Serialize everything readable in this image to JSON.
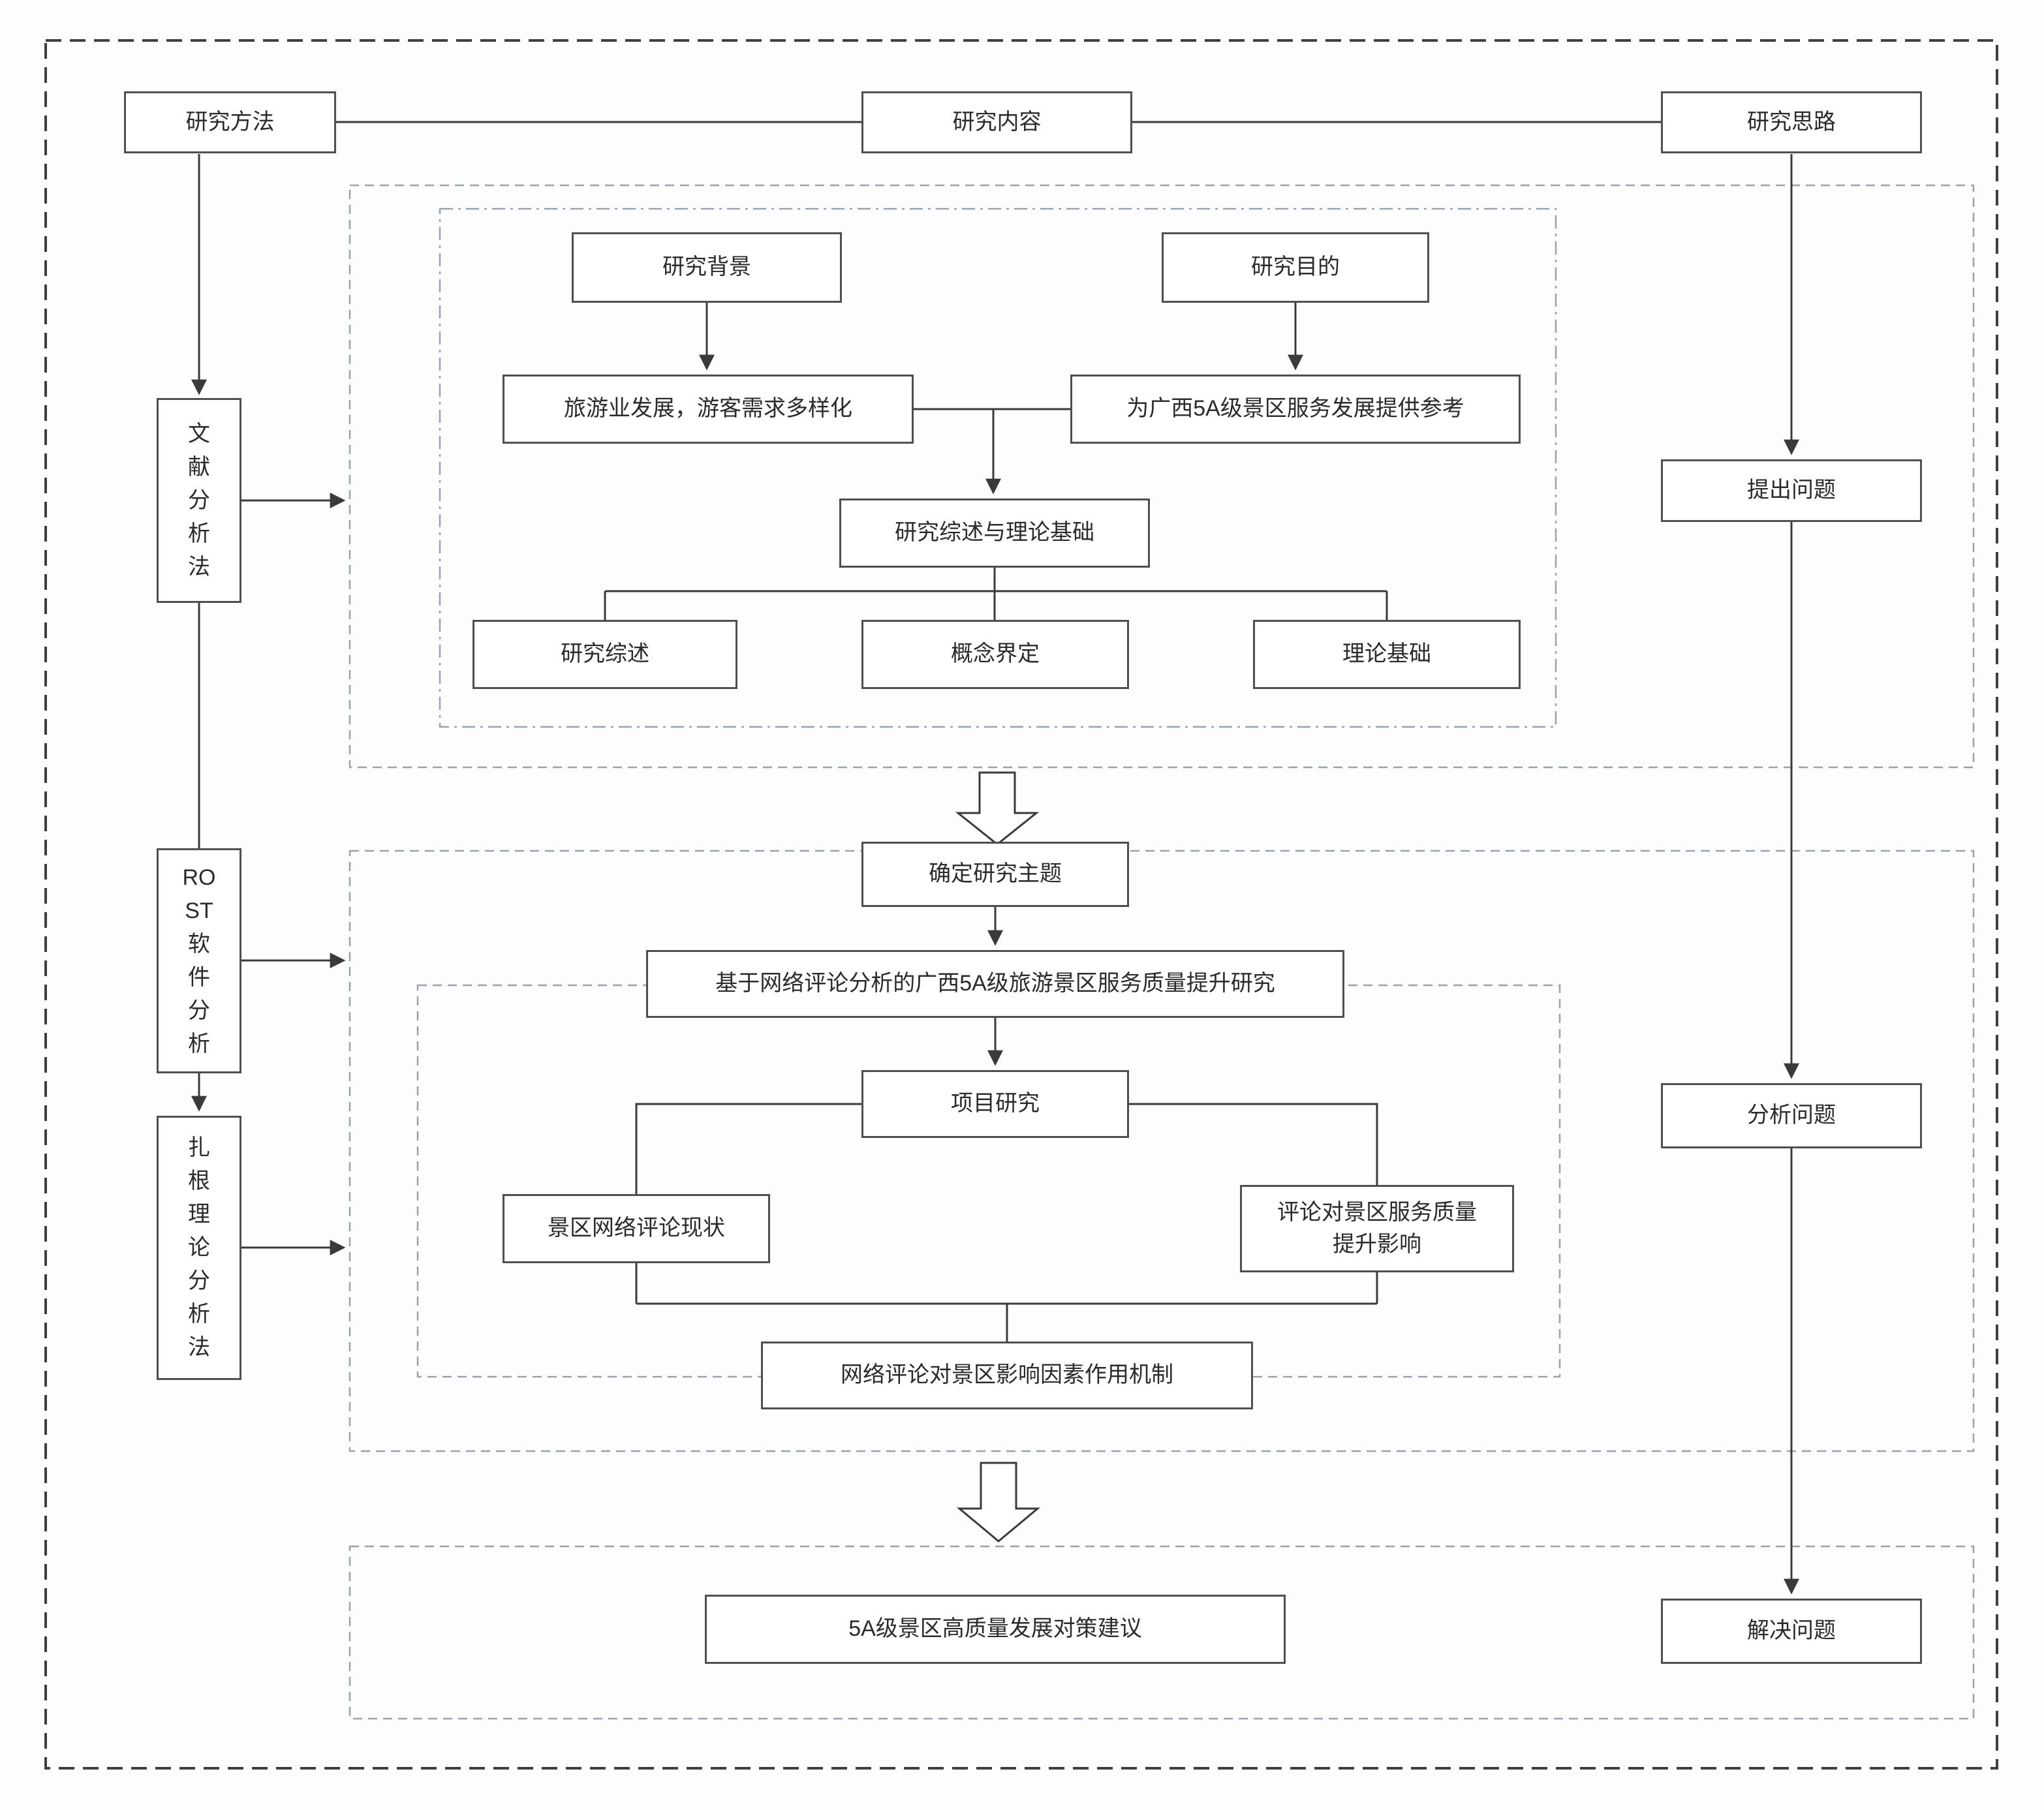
{
  "top": {
    "method": "研究方法",
    "content": "研究内容",
    "idea": "研究思路"
  },
  "methods": {
    "literature": "文\n献\n分\n析\n法",
    "rost": "RO\nST\n软\n件\n分\n析",
    "grounded": "扎\n根\n理\n论\n分\n析\n法"
  },
  "stage1": {
    "background": "研究背景",
    "purpose": "研究目的",
    "background_detail": "旅游业发展，游客需求多样化",
    "purpose_detail": "为广西5A级景区服务发展提供参考",
    "review_theory": "研究综述与理论基础",
    "review": "研究综述",
    "concept": "概念界定",
    "theory": "理论基础",
    "question": "提出问题"
  },
  "stage2": {
    "theme": "确定研究主题",
    "title": "基于网络评论分析的广西5A级旅游景区服务质量提升研究",
    "project": "项目研究",
    "left": "景区网络评论现状",
    "right": "评论对景区服务质量\n提升影响",
    "bottom": "网络评论对景区影响因素作用机制",
    "question": "分析问题"
  },
  "stage3": {
    "suggestion": "5A级景区高质量发展对策建议",
    "question": "解决问题"
  },
  "colors": {
    "box_border": "#4f4f4f",
    "line": "#3a3a3a",
    "container_dash": "#98a1ae",
    "outer_dash": "#3f3f3f",
    "background": "#fdfdfe"
  }
}
